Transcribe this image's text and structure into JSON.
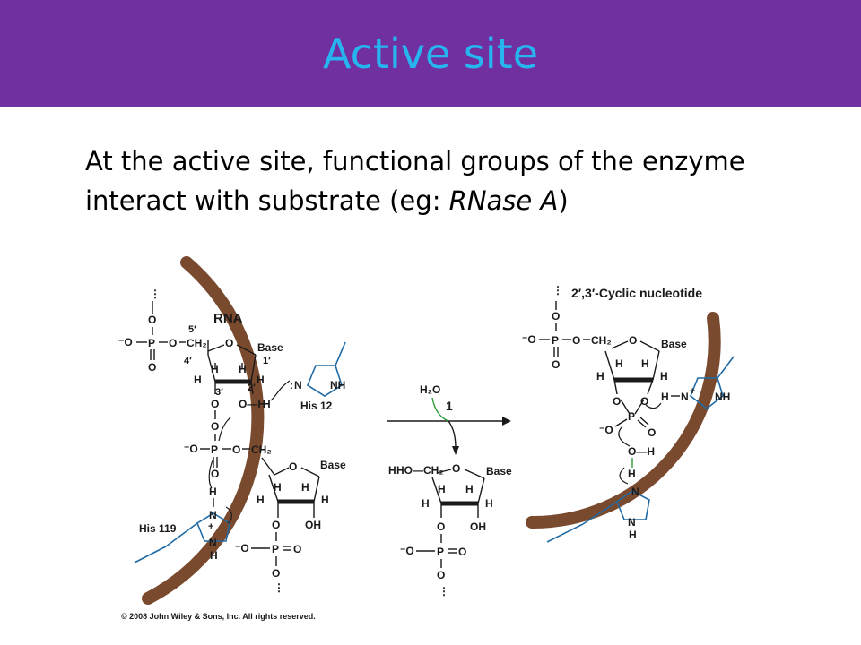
{
  "slide": {
    "title": "Active site",
    "text_before": "At the active site, functional groups of the enzyme interact with substrate (eg",
    "text_colon": ":",
    "text_italic": " RNase A",
    "text_after": ")"
  },
  "figure": {
    "left_panel": {
      "label_rna": "RNA",
      "label_his12": "His 12",
      "label_his119": "His 119",
      "base_label": "Base",
      "ch2": "CH₂",
      "prime_5": "5′",
      "prime_4": "4′",
      "prime_3": "3′",
      "prime_2": "2′",
      "prime_1": "1′",
      "atom_o": "O",
      "atom_p": "P",
      "atom_h": "H",
      "atom_n": "N",
      "atom_nh": "NH",
      "atom_oh": "OH",
      "oh_bond": "O—H",
      "neg_o": "⁻O",
      "lone_pair": ":",
      "plus": "+",
      "dots": "⋮"
    },
    "middle": {
      "water": "H₂O",
      "step": "1",
      "ho_ch2": "HO—CH₂",
      "base_label": "Base",
      "atom_o": "O",
      "atom_p": "P",
      "atom_h": "H",
      "atom_oh": "OH",
      "neg_o": "⁻O",
      "dots": "⋮"
    },
    "right_panel": {
      "label_cyclic": "2′,3′-Cyclic nucleotide",
      "base_label": "Base",
      "ch2": "CH₂",
      "atom_o": "O",
      "atom_p": "P",
      "atom_h": "H",
      "atom_n": "N",
      "atom_nh": "NH",
      "oh_bond": "O—H",
      "neg_o": "⁻O",
      "plus": "+",
      "dots": "⋮"
    },
    "copyright": "© 2008 John Wiley & Sons, Inc. All rights reserved.",
    "colors": {
      "enzyme_rim": "#7a4a2e",
      "histidine": "#1f6aa5",
      "attacking_h": "#c0392b",
      "water": "#2e9a3a",
      "bond": "#1a1a1a"
    }
  }
}
